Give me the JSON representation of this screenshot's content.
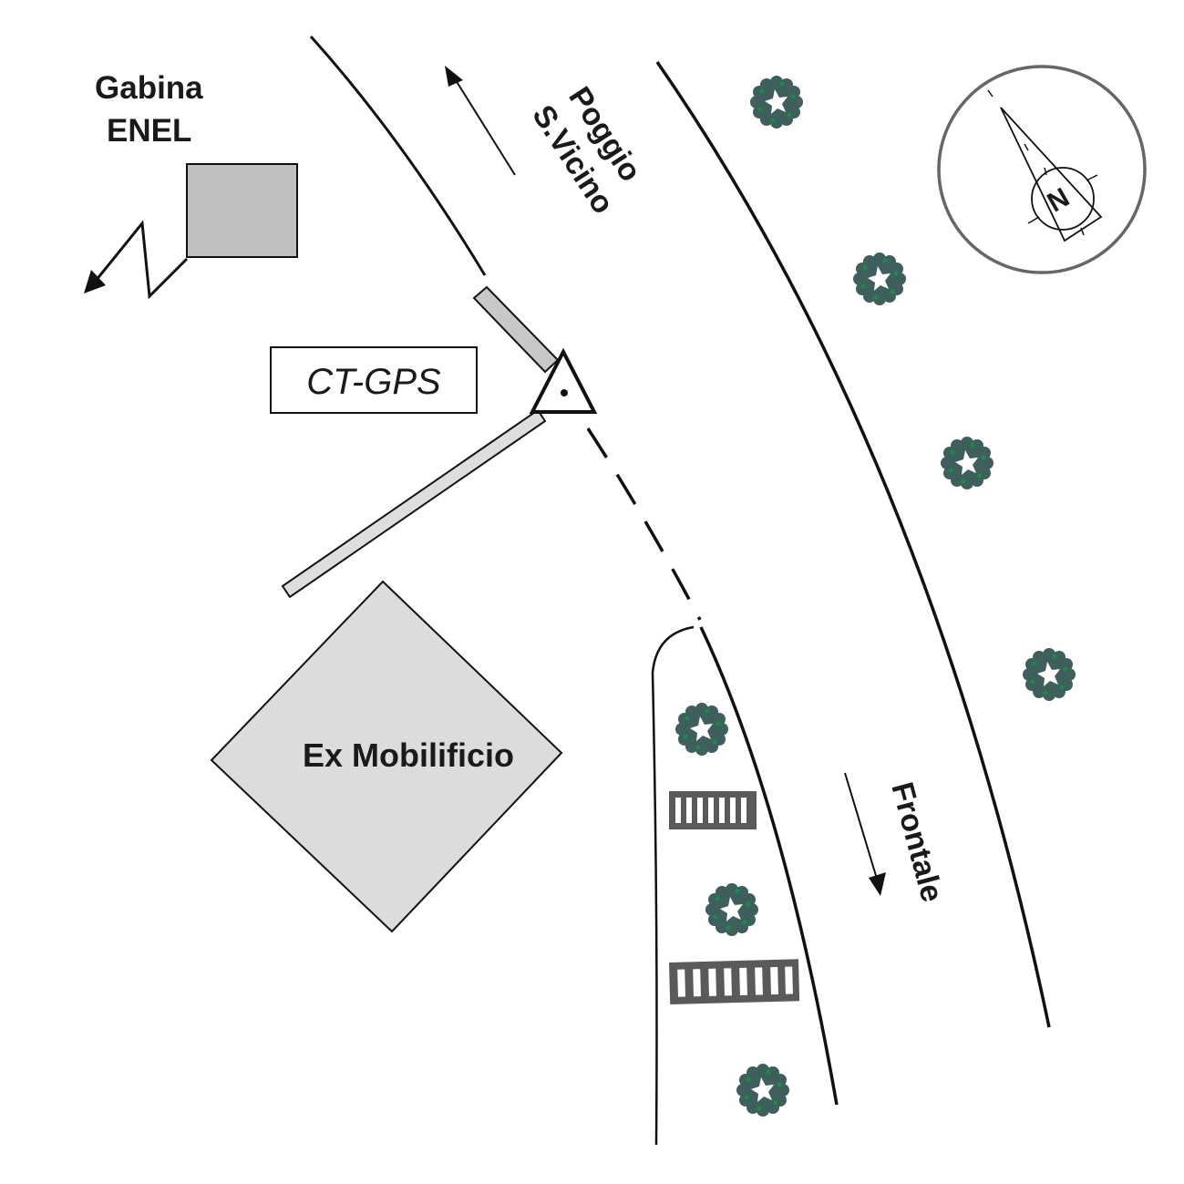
{
  "labels": {
    "enel_line1": "Gabina",
    "enel_line2": "ENEL",
    "station": "CT-GPS",
    "building": "Ex Mobilificio",
    "road_north_line1": "Poggio",
    "road_north_line2": "S.Vicino",
    "road_south": "Frontale",
    "compass_letter": "N"
  },
  "icons": {
    "north_arrow": "compass-icon",
    "station_marker": "triangle-benchmark-icon",
    "tree": "tree-icon",
    "crosswalk": "crosswalk-icon",
    "power_line": "lightning-arrow-icon"
  },
  "colors": {
    "line": "#111111",
    "building_fill": "#dcdcdc",
    "enel_fill": "#c0c0c0",
    "wall_fill": "#c8c8c8",
    "wall_light_fill": "#dedede",
    "tree_dark": "#3e5f5c",
    "tree_light": "#1d8a4a",
    "crosswalk": "#5a5a5a",
    "compass_ring": "#666666"
  }
}
